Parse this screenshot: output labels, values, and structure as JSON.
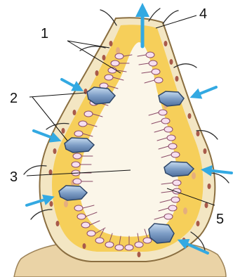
{
  "labels": {
    "label_1": "1",
    "label_2": "2",
    "label_3": "3",
    "label_4": "4",
    "label_5": "5"
  },
  "colors": {
    "outer_wall": "#f3e6c3",
    "middle_layer": "#f6cf5a",
    "inner_cavity": "#fbf6e9",
    "collar_cells": "#f7dff0",
    "porocytes": "#6d8eb8",
    "arrows": "#33a9e2",
    "substrate": "#ead3a6"
  },
  "icons": {
    "inflow_arrow": "arrow-icon",
    "outflow_arrow": "up-arrow-icon"
  }
}
